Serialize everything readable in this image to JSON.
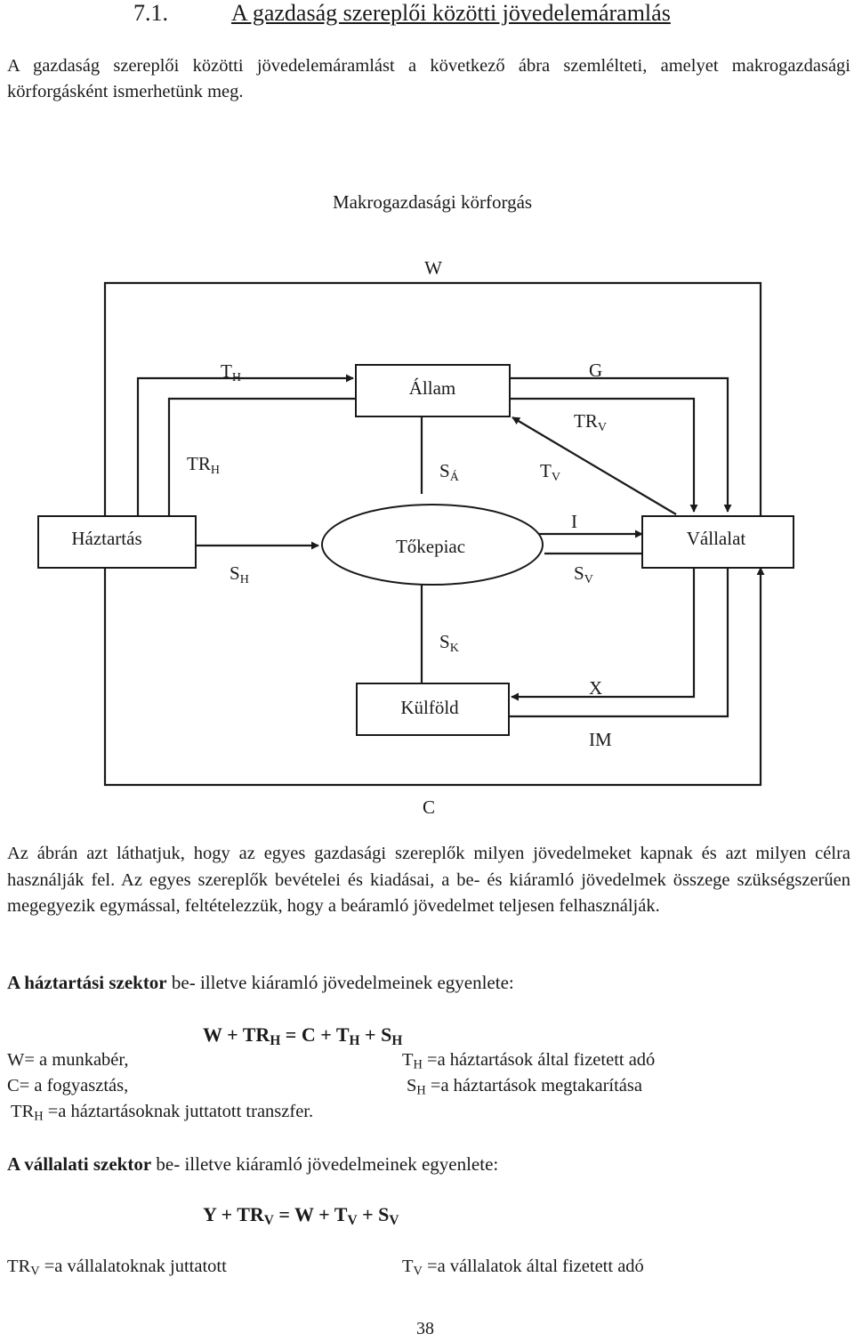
{
  "heading": {
    "number": "7.1.",
    "title": "A gazdaság szereplői közötti jövedelemáramlás"
  },
  "intro": "A gazdaság szereplői közötti jövedelemáramlást a következő ábra szemlélteti, amelyet makrogazdasági körforgásként ismerhetünk meg.",
  "diagram": {
    "title": "Makrogazdasági körforgás",
    "nodes": {
      "haztartas": "Háztartás",
      "allam": "Állam",
      "tokepiac": "Tőkepiac",
      "vallalat": "Vállalat",
      "kulfold": "Külföld"
    },
    "flows": {
      "W": "W",
      "C": "C",
      "TH": {
        "main": "T",
        "sub": "H"
      },
      "TRH": {
        "main": "TR",
        "sub": "H"
      },
      "SA": {
        "main": "S",
        "sub": "Á"
      },
      "TV": {
        "main": "T",
        "sub": "V"
      },
      "G": "G",
      "TRV": {
        "main": "TR",
        "sub": "V"
      },
      "SH": {
        "main": "S",
        "sub": "H"
      },
      "I": "I",
      "SV": {
        "main": "S",
        "sub": "V"
      },
      "SK": {
        "main": "S",
        "sub": "K"
      },
      "X": "X",
      "IM": "IM"
    }
  },
  "paragraph": {
    "line1": "Az ábrán azt láthatjuk, hogy az egyes gazdasági szereplők milyen jövedelmeket kapnak és azt milyen célra használják fel. Az egyes szereplők bevételei és kiadásai, a be- és kiáramló jövedelmek összege szükségszerűen megegyezik egymással, feltételezzük, hogy a beáramló jövedelmet teljesen felhasználják."
  },
  "household": {
    "heading_bold": "A háztartási szektor",
    "heading_rest": " be- illetve kiáramló jövedelmeinek egyenlete:",
    "equation": {
      "p1": "W + TR",
      "s1": "H",
      "p2": " = C + T",
      "s2": "H",
      "p3": " + S",
      "s3": "H"
    },
    "defs": {
      "W": "W= a munkabér,",
      "C": "C= a fogyasztás,",
      "TRH_main": "TR",
      "TRH_sub": "H",
      "TRH_text": " =a háztartásoknak juttatott transzfer.",
      "TH_main": "T",
      "TH_sub": "H",
      "TH_text": " =a háztartások által fizetett adó",
      "SH_main": "S",
      "SH_sub": "H",
      "SH_text": " =a háztartások megtakarítása"
    }
  },
  "firm": {
    "heading_bold": "A vállalati szektor",
    "heading_rest": " be- illetve kiáramló jövedelmeinek egyenlete:",
    "equation": {
      "p1": "Y + TR",
      "s1": "V",
      "p2": " = W + T",
      "s2": "V",
      "p3": " + S",
      "s3": "V"
    },
    "defs": {
      "TRV_main": "TR",
      "TRV_sub": "V",
      "TRV_text": " =a vállalatoknak juttatott",
      "TV_main": "T",
      "TV_sub": "V",
      "TV_text": " =a vállalatok által fizetett adó"
    }
  },
  "page_number": "38"
}
